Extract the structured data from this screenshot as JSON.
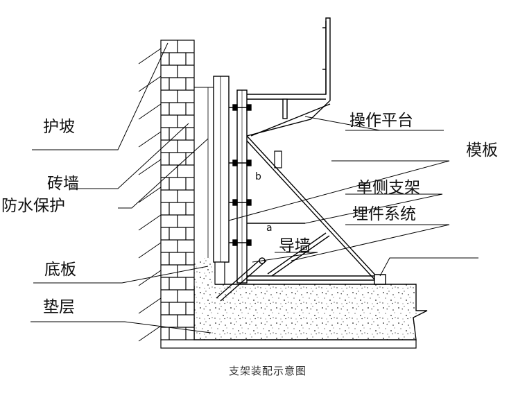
{
  "labels": {
    "slope_protection": "护坡",
    "brick_wall": "砖墙",
    "waterproof_protection": "防水保护",
    "base_slab": "底板",
    "cushion": "垫层",
    "operating_platform": "操作平台",
    "formwork": "模板",
    "single_side_bracket": "单侧支架",
    "embedded_system": "埋件系统",
    "guide_wall": "导墙",
    "mark_b": "b",
    "mark_a": "a"
  },
  "caption": "支架装配示意图"
}
